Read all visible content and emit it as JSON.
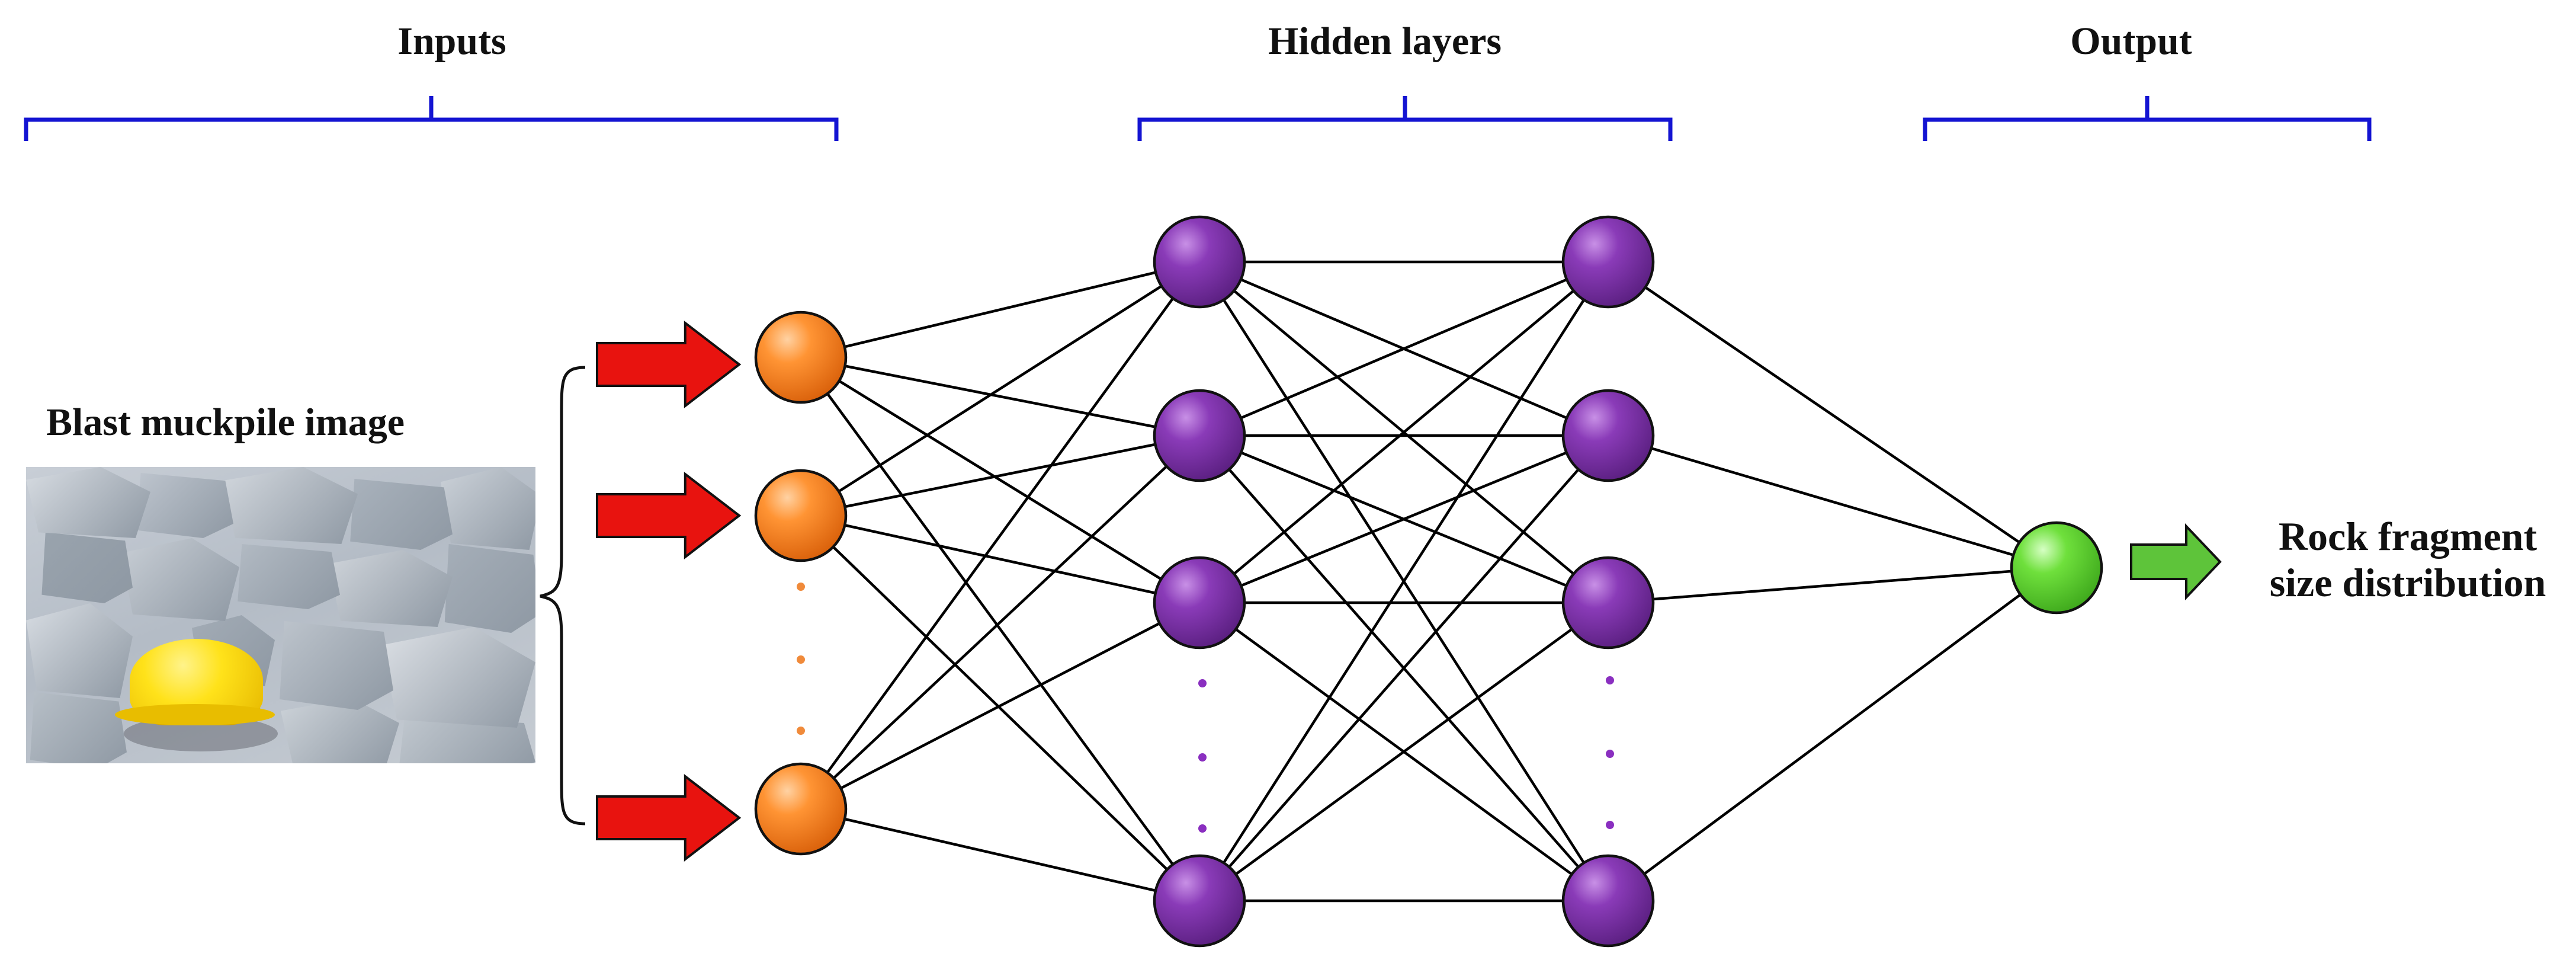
{
  "sections": {
    "inputs": {
      "title": "Inputs"
    },
    "hidden": {
      "title": "Hidden layers"
    },
    "output": {
      "title": "Output"
    }
  },
  "image_caption": "Blast muckpile image",
  "output_caption": {
    "line1": "Rock fragment",
    "line2": "size distribution"
  },
  "colors": {
    "bracket": "#1414d2",
    "input_node": "#f57a1a",
    "hidden_node": "#7a2fa5",
    "output_node": "#59d12e",
    "arrow_in": "#e8130f",
    "arrow_out": "#5ec43a",
    "edge": "#000000"
  },
  "layers": [
    {
      "name": "input",
      "visible_nodes": 3,
      "has_ellipsis": true
    },
    {
      "name": "hidden-1",
      "visible_nodes": 4,
      "has_ellipsis": true
    },
    {
      "name": "hidden-2",
      "visible_nodes": 4,
      "has_ellipsis": true
    },
    {
      "name": "output",
      "visible_nodes": 1,
      "has_ellipsis": false
    }
  ],
  "icons": {
    "input_arrow": "right-arrow-icon",
    "output_arrow": "right-arrow-icon",
    "input_brace": "curly-brace-icon",
    "section_bracket": "bracket-icon"
  }
}
